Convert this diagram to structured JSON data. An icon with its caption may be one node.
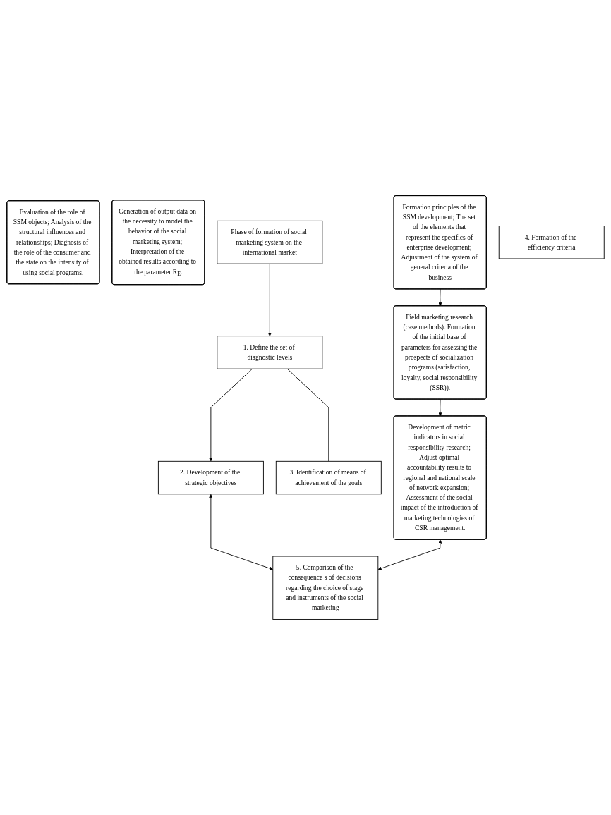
{
  "diagram": {
    "nodes": [
      {
        "text": [
          "1. Define the set of diagnostic levels"
        ]
      },
      {
        "text": [
          "2. Development of the strategic objectives"
        ]
      },
      {
        "text": [
          "Evaluation of the role of SSM objects; Analysis of the structural influences and relationships; Diagnosis of the role of the consumer and the state on the intensity of using social programs."
        ]
      },
      {
        "text": [
          "Generation of output data on the necessity to model the behavior of the social marketing system; Interpretation of the obtained results according to the parameter R$_{E}$."
        ]
      },
      {
        "text": [
          "Phase of formation of social marketing system on the international market"
        ]
      },
      {
        "text": [
          "Formation principles of the SSM development; The set of the elements that represent the specifics of enterprise development; Adjustment of the system of general criteria of the business"
        ]
      },
      {
        "text": [
          "3. Identification of means of achievement of the goals"
        ]
      },
      {
        "text": [
          "4. Formation of the efficiency criteria"
        ]
      },
      {
        "text": [
          "5. Comparison of the consequence s of decisions regarding the choice of stage and instruments of the social marketing"
        ]
      },
      {
        "text": [
          "Field marketing research (case methods). Formation of the initial base of parameters for assessing the prospects of socialization programs (satisfaction, loyalty, social responsibility (SSR))."
        ]
      },
      {
        "text": [
          "Development of metric indicators in social responsibility research; Adjust optimal accountability results to regional and national scale of network expansion; Assessment of the social impact of the introduction of marketing technologies of CSR management."
        ]
      }
    ],
    "edges": [
      {
        "from": 4,
        "to": 0,
        "arrow": "to"
      },
      {
        "from": 0,
        "to": 1,
        "arrow": "to"
      },
      {
        "from": 1,
        "to": 8,
        "arrow": "both"
      },
      {
        "from": 0,
        "to": 6,
        "arrow": "none"
      },
      {
        "from": 5,
        "to": 9,
        "arrow": "to"
      },
      {
        "from": 9,
        "to": 10,
        "arrow": "to"
      },
      {
        "from": 10,
        "to": 8,
        "arrow": "both"
      }
    ]
  }
}
